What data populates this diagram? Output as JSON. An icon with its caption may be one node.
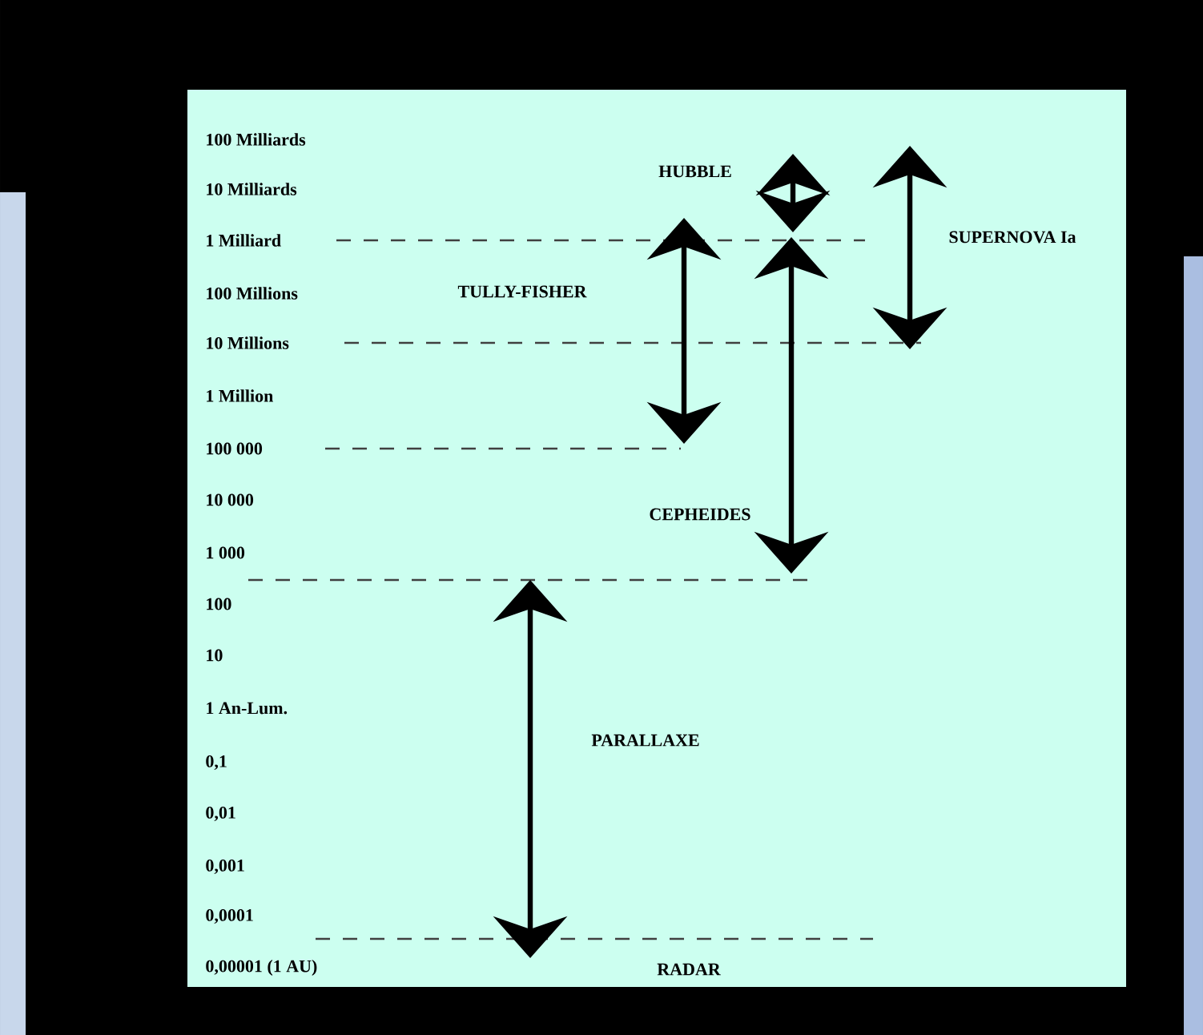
{
  "diagram": {
    "labels": [
      "100 Milliards",
      "10 Milliards",
      "1 Milliard",
      "100 Millions",
      "10 Millions",
      "1 Million",
      "100 000",
      "10 000",
      "1 000",
      "100",
      "10",
      "1 An-Lum.",
      "0,1",
      "0,01",
      "0,001",
      "0,0001",
      "0,00001 (1 AU)",
      "HUBBLE",
      "SUPERNOVA Ia",
      "TULLY-FISHER",
      "CEPHEIDES",
      "PARALLAXE",
      "RADAR"
    ]
  }
}
